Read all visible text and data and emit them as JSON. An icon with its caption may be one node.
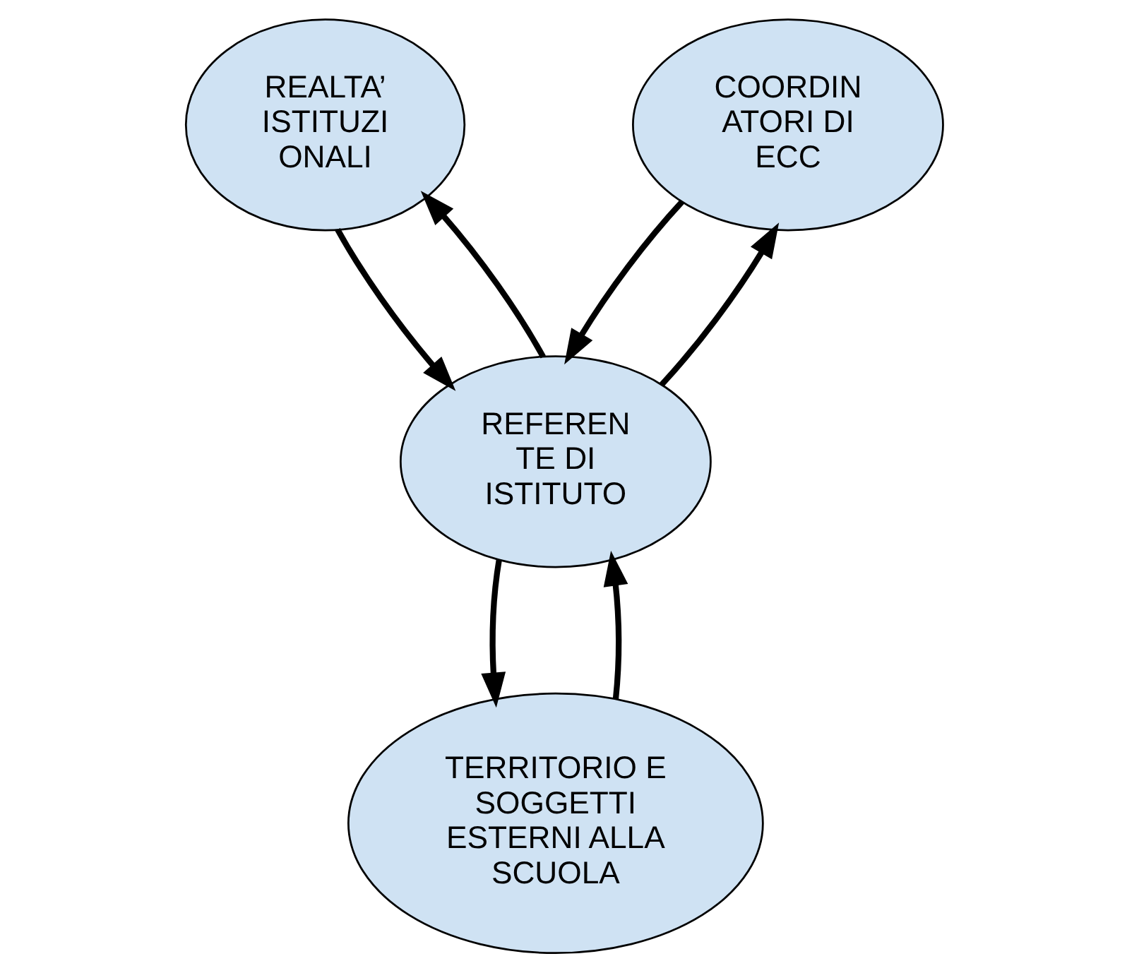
{
  "diagram": {
    "nodes": [
      {
        "text": [
          "REALTA’ ISTITUZI ONALI"
        ]
      },
      {
        "text": [
          "COORDIN ATORI DI ECC"
        ]
      },
      {
        "text": [
          "REFEREN TE DI ISTITUTO"
        ]
      },
      {
        "text": [
          "TERRITORIO E SOGGETTI ESTERNI ALLA SCUOLA"
        ]
      }
    ],
    "edges": [
      {
        "from": 0,
        "to": 2,
        "arrow": "to"
      },
      {
        "from": 2,
        "to": 0,
        "arrow": "to"
      },
      {
        "from": 1,
        "to": 2,
        "arrow": "to"
      },
      {
        "from": 2,
        "to": 1,
        "arrow": "to"
      },
      {
        "from": 2,
        "to": 3,
        "arrow": "to"
      },
      {
        "from": 3,
        "to": 2,
        "arrow": "to"
      }
    ]
  }
}
